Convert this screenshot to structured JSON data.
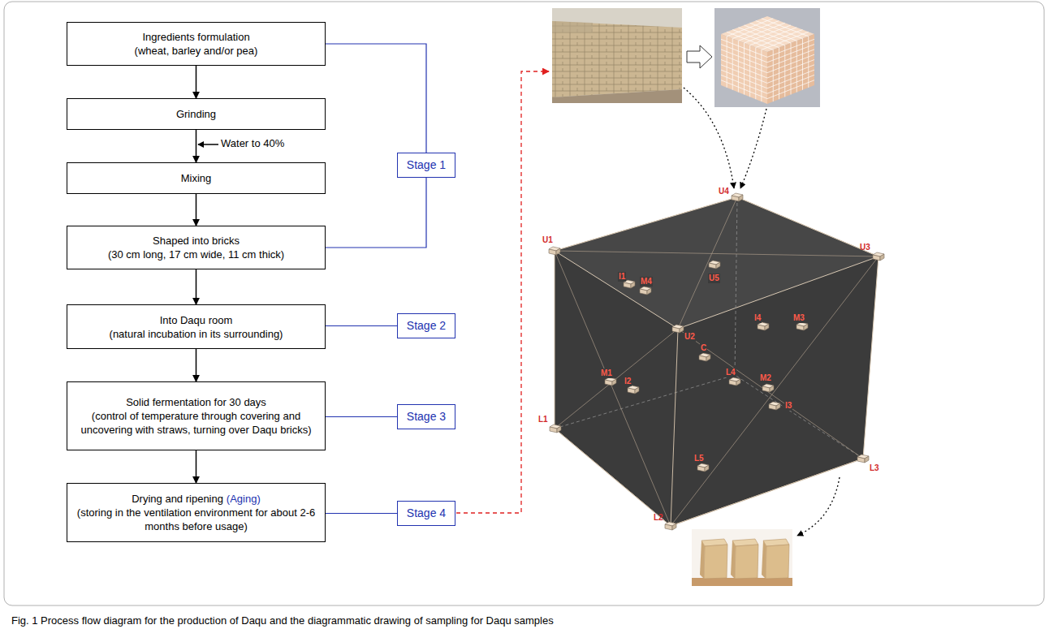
{
  "diagram": {
    "caption": "Fig. 1 Process flow diagram for the production of Daqu and the diagrammatic drawing of sampling for Daqu samples",
    "nodes": [
      {
        "text": [
          "Ingredients formulation",
          "(wheat, barley and/or pea)"
        ]
      },
      {
        "text": [
          "Grinding"
        ]
      },
      {
        "text": [
          "Mixing"
        ]
      },
      {
        "text": [
          "Shaped into bricks",
          "(30 cm long, 17 cm wide, 11 cm thick)"
        ]
      },
      {
        "text": [
          "Into Daqu room",
          "(natural incubation in its surrounding)"
        ]
      },
      {
        "text": [
          "Solid fermentation for 30 days",
          "(control of temperature through covering and uncovering with straws, turning over Daqu bricks)"
        ]
      },
      {
        "text": [
          "Drying and ripening",
          "(Aging)",
          "(storing in the ventilation environment for about 2-6 months before usage)"
        ]
      },
      {
        "text": [
          "Stage 1"
        ]
      },
      {
        "text": [
          "Stage 2"
        ]
      },
      {
        "text": [
          "Stage 3"
        ]
      },
      {
        "text": [
          "Stage 4"
        ]
      }
    ],
    "edges": [
      {
        "from": 0,
        "to": 1,
        "arrow": "to"
      },
      {
        "from": 1,
        "to": 2,
        "arrow": "to"
      },
      {
        "from": 2,
        "to": 3,
        "arrow": "to"
      },
      {
        "from": 3,
        "to": 4,
        "arrow": "to"
      },
      {
        "from": 4,
        "to": 5,
        "arrow": "to"
      },
      {
        "from": 5,
        "to": 6,
        "arrow": "to"
      },
      {
        "from": 0,
        "to": 7,
        "arrow": "none"
      },
      {
        "from": 7,
        "to": 3,
        "arrow": "none"
      },
      {
        "from": 4,
        "to": 8,
        "arrow": "none"
      },
      {
        "from": 5,
        "to": 9,
        "arrow": "none"
      },
      {
        "from": 6,
        "to": 10,
        "arrow": "none"
      }
    ],
    "labels": [
      "Water to 40%",
      "U4",
      "U1",
      "U5",
      "U3",
      "U2",
      "I1",
      "M4",
      "I4",
      "M3",
      "C",
      "L4",
      "M2",
      "M1",
      "I2",
      "I3",
      "L5",
      "L1",
      "L2",
      "L3"
    ]
  }
}
